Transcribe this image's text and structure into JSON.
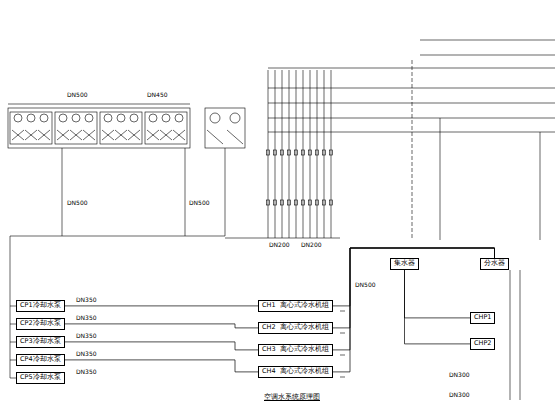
{
  "diagram": {
    "title": "空调水系统原理图",
    "nodes": [
      {
        "text": [
          "CH1",
          "离心式冷水机组"
        ]
      },
      {
        "text": [
          "CH2",
          "离心式冷水机组"
        ]
      },
      {
        "text": [
          "CH3",
          "离心式冷水机组"
        ]
      },
      {
        "text": [
          "CH4",
          "离心式冷水机组"
        ]
      },
      {
        "text": [
          "CP1冷却水泵"
        ]
      },
      {
        "text": [
          "CP2冷却水泵"
        ]
      },
      {
        "text": [
          "CP3冷却水泵"
        ]
      },
      {
        "text": [
          "CP4冷却水泵"
        ]
      },
      {
        "text": [
          "CP5冷却水泵"
        ]
      },
      {
        "text": [
          "集水器"
        ]
      },
      {
        "text": [
          "分水器"
        ]
      },
      {
        "text": [
          "CHP1"
        ]
      },
      {
        "text": [
          "CHP2"
        ]
      }
    ],
    "edges": [
      {
        "from": 4,
        "to": 0,
        "arrow": "none"
      },
      {
        "from": 5,
        "to": 1,
        "arrow": "none"
      },
      {
        "from": 6,
        "to": 2,
        "arrow": "none"
      },
      {
        "from": 7,
        "to": 3,
        "arrow": "none"
      },
      {
        "from": 0,
        "to": 10,
        "arrow": "none"
      },
      {
        "from": 1,
        "to": 10,
        "arrow": "none"
      },
      {
        "from": 2,
        "to": 10,
        "arrow": "none"
      },
      {
        "from": 3,
        "to": 10,
        "arrow": "none"
      },
      {
        "from": 9,
        "to": 11,
        "arrow": "none"
      },
      {
        "from": 9,
        "to": 12,
        "arrow": "none"
      }
    ],
    "labels": [
      "DN500",
      "DN450",
      "DN500",
      "DN500",
      "DN350",
      "DN350",
      "DN350",
      "DN350",
      "DN350",
      "DN500",
      "DN300",
      "DN300",
      "DN200",
      "DN200"
    ]
  }
}
